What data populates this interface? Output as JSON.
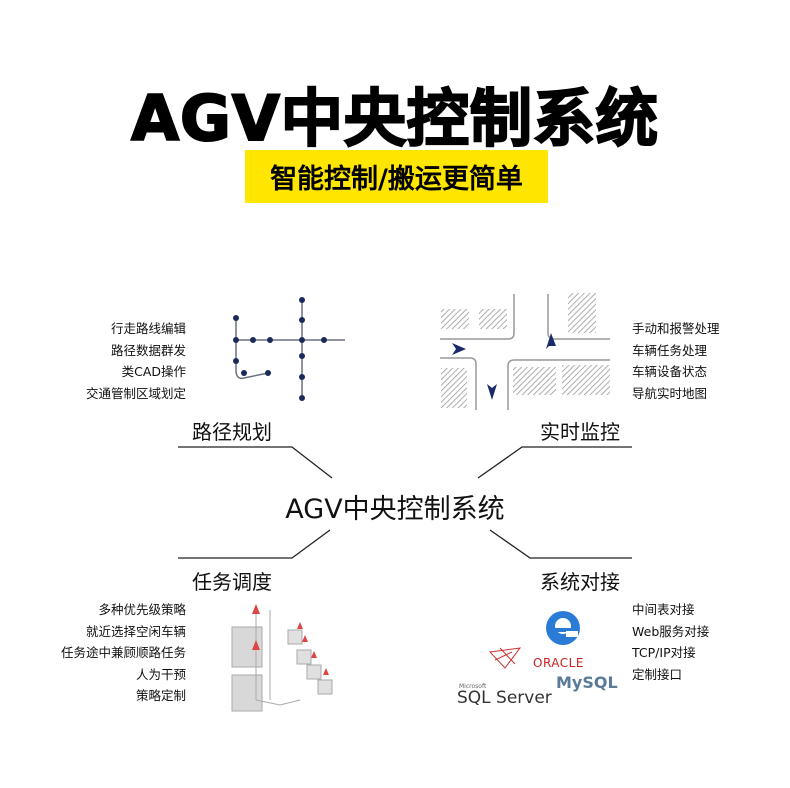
{
  "title": "AGV中央控制系统",
  "subtitle": "智能控制/搬运更简单",
  "center_label": "AGV中央控制系统",
  "sections": [
    {
      "label": "路径规划",
      "items": [
        "行走路线编辑",
        "路径数据群发",
        "类CAD操作",
        "交通管制区域划定"
      ]
    },
    {
      "label": "实时监控",
      "items": [
        "手动和报警处理",
        "车辆任务处理",
        "车辆设备状态",
        "导航实时地图"
      ]
    },
    {
      "label": "任务调度",
      "items": [
        "多种优先级策略",
        "就近选择空闲车辆",
        "任务途中兼顾顺路任务",
        "人为干预",
        "策略定制"
      ]
    },
    {
      "label": "系统对接",
      "items": [
        "中间表对接",
        "Web服务对接",
        "TCP/IP对接",
        "定制接口"
      ]
    }
  ],
  "logos": {
    "oracle": "ORACLE",
    "mysql": "MySQL",
    "sqlserver": "SQL Server",
    "microsoft": "Microsoft"
  },
  "colors": {
    "banner": "#ffe600",
    "path": "#1a2a5a"
  }
}
